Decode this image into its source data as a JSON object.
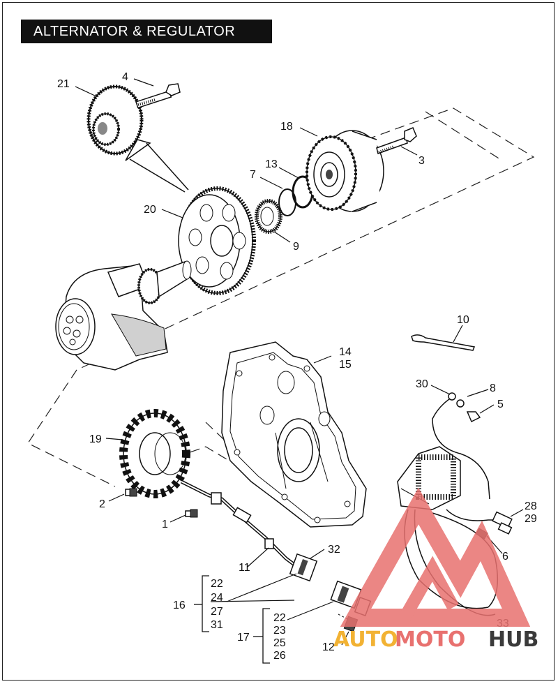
{
  "title": "ALTERNATOR & REGULATOR",
  "callouts": {
    "c21": "21",
    "c4": "4",
    "c18": "18",
    "c3": "3",
    "c13": "13",
    "c7": "7",
    "c20": "20",
    "c9": "9",
    "c10": "10",
    "c14": "14",
    "c15": "15",
    "c30": "30",
    "c8": "8",
    "c5": "5",
    "c19": "19",
    "c2": "2",
    "c1": "1",
    "c28": "28",
    "c29": "29",
    "c6": "6",
    "c11": "11",
    "c32": "32",
    "c33": "33",
    "c12": "12"
  },
  "group16": {
    "label": "16",
    "items": [
      "22",
      "24",
      "27",
      "31"
    ]
  },
  "group17": {
    "label": "17",
    "items": [
      "22",
      "23",
      "25",
      "26"
    ]
  },
  "watermark": {
    "part1": "AUTO",
    "part2": "MOTO",
    "part3": "HUB"
  },
  "colors": {
    "watermark_red": "#e8716f",
    "watermark_yellow": "#f2b233",
    "watermark_dark": "#3a3a3a"
  }
}
